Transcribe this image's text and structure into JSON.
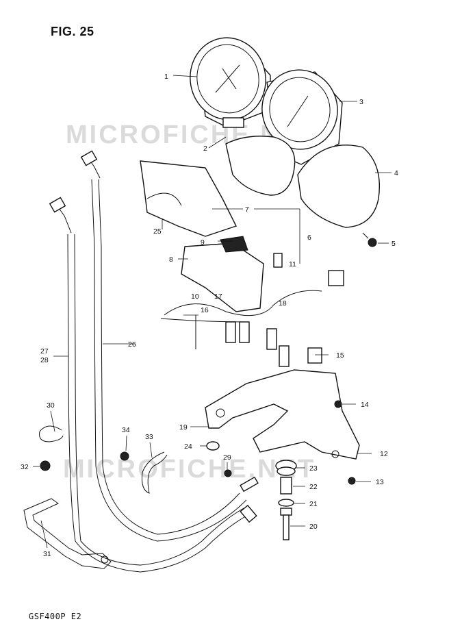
{
  "figure_title": "FIG. 25",
  "model_code": "GSF400P  E2",
  "watermark": "MICROFICHE.NET",
  "callouts": [
    {
      "id": "c1",
      "label": "1"
    },
    {
      "id": "c2",
      "label": "2"
    },
    {
      "id": "c3",
      "label": "3"
    },
    {
      "id": "c4",
      "label": "4"
    },
    {
      "id": "c5",
      "label": "5"
    },
    {
      "id": "c6",
      "label": "6"
    },
    {
      "id": "c7",
      "label": "7"
    },
    {
      "id": "c8",
      "label": "8"
    },
    {
      "id": "c9",
      "label": "9"
    },
    {
      "id": "c10",
      "label": "10"
    },
    {
      "id": "c11",
      "label": "11"
    },
    {
      "id": "c12",
      "label": "12"
    },
    {
      "id": "c13",
      "label": "13"
    },
    {
      "id": "c14",
      "label": "14"
    },
    {
      "id": "c15",
      "label": "15"
    },
    {
      "id": "c16",
      "label": "16"
    },
    {
      "id": "c17",
      "label": "17"
    },
    {
      "id": "c18",
      "label": "18"
    },
    {
      "id": "c19",
      "label": "19"
    },
    {
      "id": "c20",
      "label": "20"
    },
    {
      "id": "c21",
      "label": "21"
    },
    {
      "id": "c22",
      "label": "22"
    },
    {
      "id": "c23",
      "label": "23"
    },
    {
      "id": "c24",
      "label": "24"
    },
    {
      "id": "c25",
      "label": "25"
    },
    {
      "id": "c26",
      "label": "26"
    },
    {
      "id": "c27",
      "label": "27"
    },
    {
      "id": "c28",
      "label": "28"
    },
    {
      "id": "c29",
      "label": "29"
    },
    {
      "id": "c30",
      "label": "30"
    },
    {
      "id": "c31",
      "label": "31"
    },
    {
      "id": "c32",
      "label": "32"
    },
    {
      "id": "c33",
      "label": "33"
    },
    {
      "id": "c34",
      "label": "34"
    }
  ]
}
